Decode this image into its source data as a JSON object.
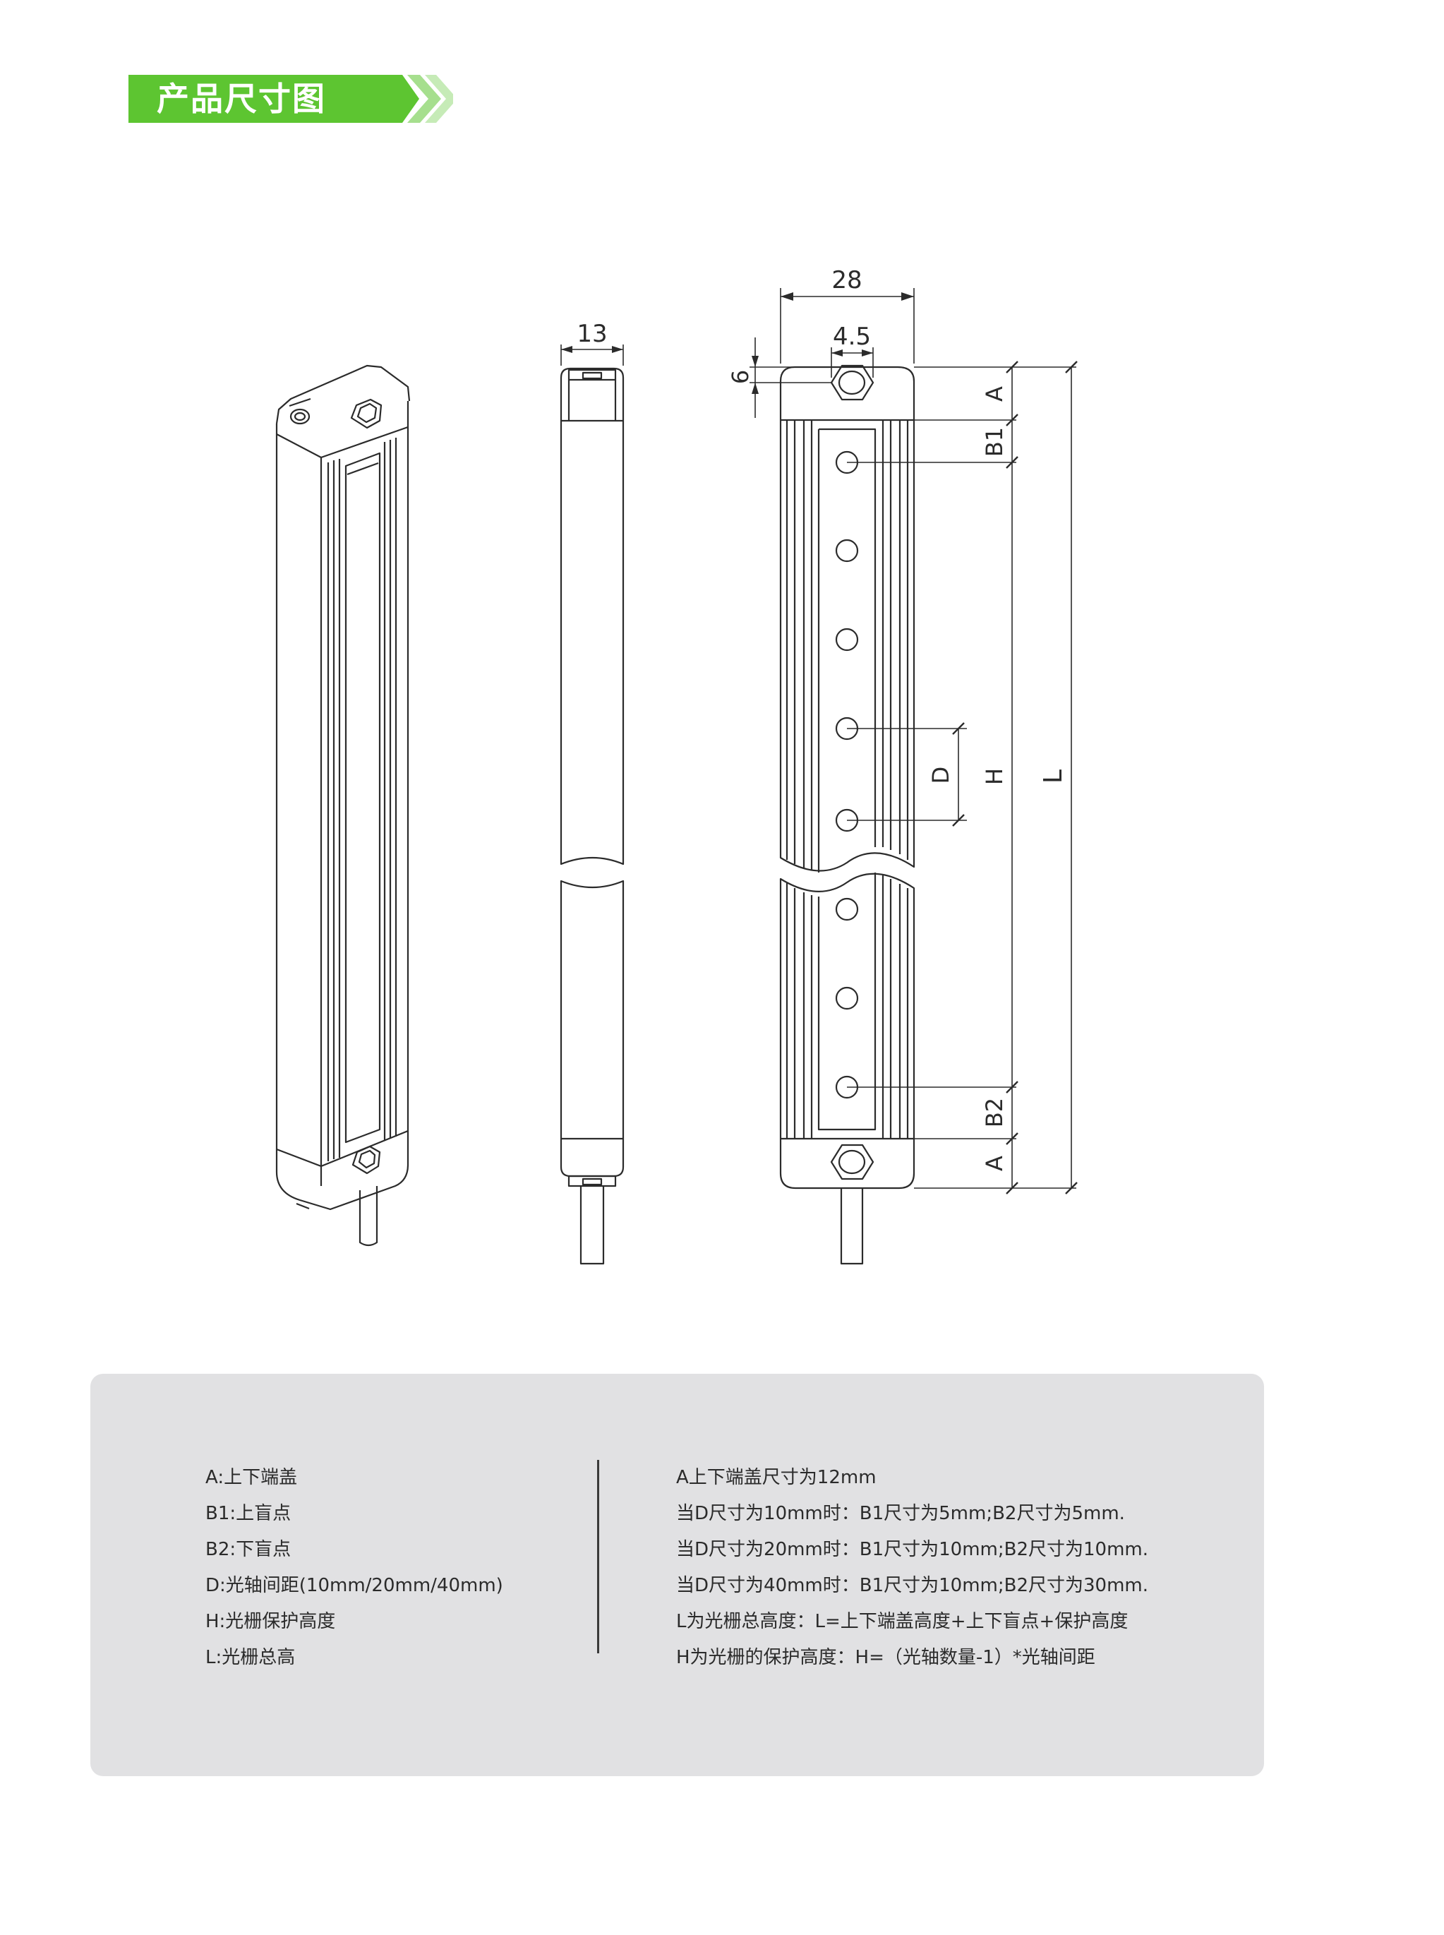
{
  "header": {
    "title": "产品尺寸图",
    "accent_color": "#5dc531"
  },
  "drawing": {
    "dimensions": {
      "width_side": "13",
      "width_front": "28",
      "nut_width": "4.5",
      "nut_offset": "6",
      "label_a_top": "A",
      "label_b1": "B1",
      "label_d": "D",
      "label_h": "H",
      "label_l": "L",
      "label_b2": "B2",
      "label_a_bottom": "A"
    }
  },
  "legend": {
    "left": [
      "A:上下端盖",
      "B1:上盲点",
      "B2:下盲点",
      "D:光轴间距(10mm/20mm/40mm)",
      "H:光栅保护高度",
      "L:光栅总高"
    ],
    "right": [
      "A上下端盖尺寸为12mm",
      "当D尺寸为10mm时：B1尺寸为5mm;B2尺寸为5mm.",
      "当D尺寸为20mm时：B1尺寸为10mm;B2尺寸为10mm.",
      "当D尺寸为40mm时：B1尺寸为10mm;B2尺寸为30mm.",
      "L为光栅总高度：L=上下端盖高度+上下盲点+保护高度",
      "H为光栅的保护高度：H=（光轴数量-1）*光轴间距"
    ]
  }
}
